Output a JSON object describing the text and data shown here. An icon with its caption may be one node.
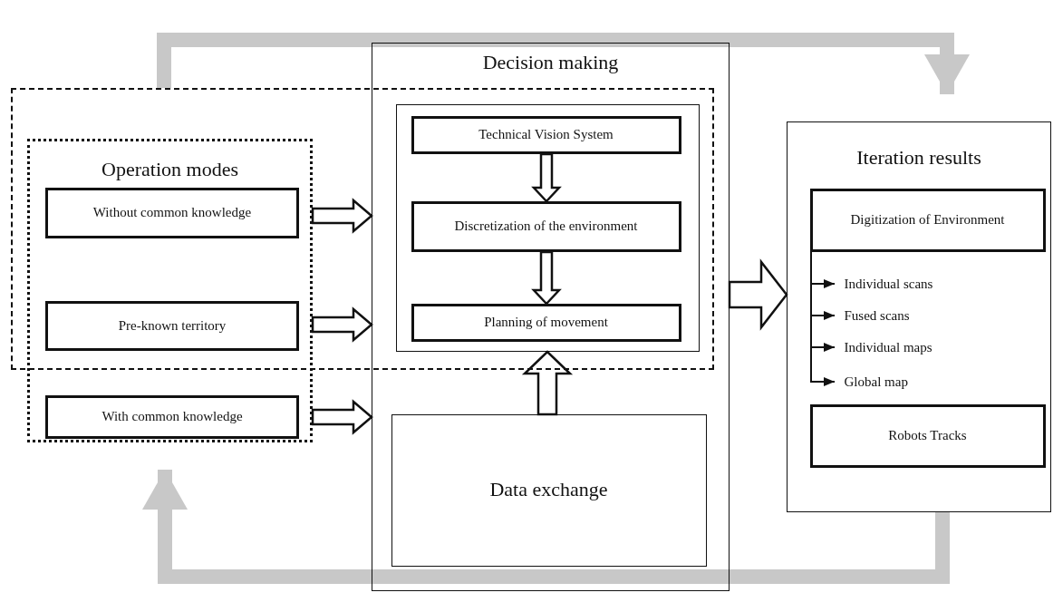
{
  "diagram": {
    "nodes": [
      {
        "text": [],
        "shape": "box"
      },
      {
        "text": [
          "Operation modes"
        ]
      },
      {
        "text": [
          "Without common knowledge"
        ]
      },
      {
        "text": [
          "Pre-known territory"
        ]
      },
      {
        "text": [
          "With common knowledge"
        ],
        "in": 1
      },
      {
        "text": [
          "Decision making"
        ]
      },
      {
        "text": [],
        "shape": "box"
      },
      {
        "text": [
          "Technical Vision System"
        ],
        "in": 6
      },
      {
        "text": [
          "Discretization of the environment"
        ],
        "in": 6
      },
      {
        "text": [
          "Planning of movement"
        ],
        "in": 6
      },
      {
        "text": [
          "Data exchange"
        ],
        "in": 5
      },
      {
        "text": [
          "Iteration results"
        ]
      },
      {
        "text": [
          "Digitization of Environment"
        ],
        "in": 11
      },
      {
        "text": [
          "Individual scans"
        ],
        "in": 11
      },
      {
        "text": [
          "Fused scans"
        ],
        "in": 11
      },
      {
        "text": [
          "Individual maps"
        ],
        "in": 11
      },
      {
        "text": [
          "Global map"
        ],
        "in": 11
      },
      {
        "text": [
          "Robots  Tracks"
        ],
        "in": 11
      }
    ],
    "edges": [
      {
        "from": 1,
        "to": 5,
        "arrow": "to"
      },
      {
        "from": 1,
        "to": 5,
        "arrow": "to"
      },
      {
        "from": 1,
        "to": 5,
        "arrow": "to"
      },
      {
        "from": 7,
        "to": 8,
        "arrow": "to"
      },
      {
        "from": 8,
        "to": 9,
        "arrow": "to"
      },
      {
        "from": 10,
        "to": 6,
        "arrow": "to"
      },
      {
        "from": 5,
        "to": 11,
        "arrow": "to"
      },
      {
        "from": 12,
        "to": 13,
        "arrow": "to"
      },
      {
        "from": 12,
        "to": 14,
        "arrow": "to"
      },
      {
        "from": 12,
        "to": 15,
        "arrow": "to"
      },
      {
        "from": 12,
        "to": 16,
        "arrow": "to"
      },
      {
        "from": 0,
        "to": 11,
        "arrow": "to",
        "style": "thick",
        "color": "#c8c8c8"
      },
      {
        "from": 11,
        "to": 1,
        "arrow": "to",
        "style": "thick",
        "color": "#c8c8c8"
      }
    ]
  }
}
